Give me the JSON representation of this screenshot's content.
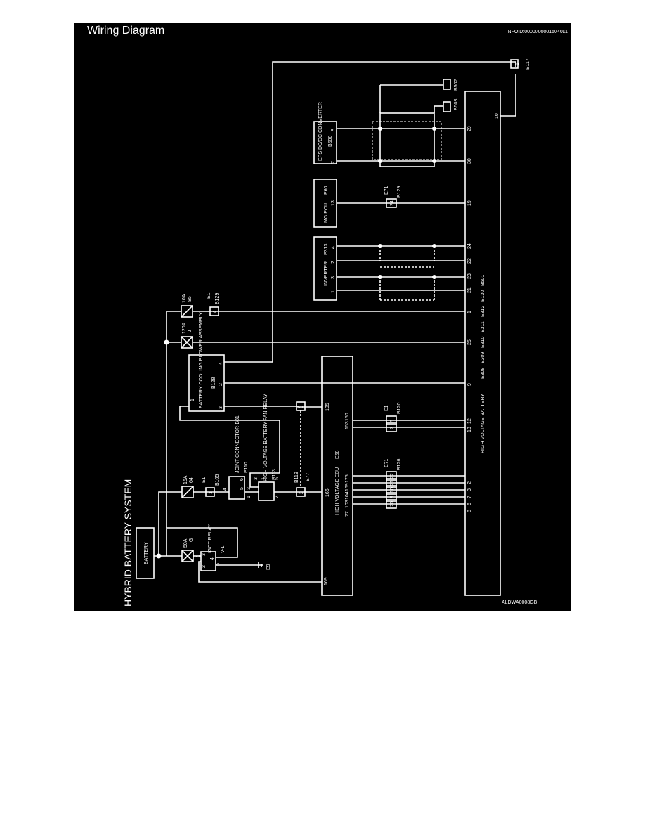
{
  "header": {
    "title": "Wiring Diagram",
    "info_id": "INFOID:0000000001504011",
    "image_code": "ALDWA0008GB"
  },
  "diagram": {
    "system_title": "HYBRID BATTERY SYSTEM",
    "colors": {
      "background": "#000000",
      "line": "#ffffff",
      "page": "#ffffff"
    },
    "components": {
      "battery": "BATTERY",
      "hv_ecu": "HIGH VOLTAGE ECU",
      "hv_ecu_conn": "E68",
      "hv_battery": "HIGH VOLTAGE BATTERY",
      "hv_battery_conns": [
        "E308",
        "E309",
        "E310",
        "E311",
        "E312",
        "B130",
        "B501"
      ],
      "blower": "BATTERY COOLING BLOWER ASSEMBLY",
      "blower_conn": "B128",
      "fan_relay": "HIGH VOLTAGE BATTERY FAN RELAY",
      "fan_relay_conn": "B113",
      "joint": "JOINT CONNECTOR-B81",
      "joint_conn": "E110",
      "igct_relay": "IGCT RELAY",
      "igct_relay_conn": "V-1",
      "inverter": "INVERTER",
      "inverter_conn": "E313",
      "mg_ecu": "MG ECU",
      "mg_ecu_conn": "E60",
      "eps": "EPS DC/DC CONVERTER",
      "eps_conn": "B500"
    },
    "fuses": {
      "f50": {
        "rating": "50A",
        "id": "G"
      },
      "f15": {
        "rating": "15A",
        "id": "64"
      },
      "f120": {
        "rating": "120A",
        "id": "J"
      },
      "f10": {
        "rating": "10A",
        "id": "85"
      }
    },
    "grounds": {
      "e9": "E9",
      "b117": "B117",
      "b502": "B502",
      "b503": "B503"
    },
    "connectors": {
      "e1": "E1",
      "b105": "B105",
      "b129": "B129",
      "e77": "E77",
      "b119": "B119",
      "e71": "E71",
      "b126": "B126",
      "e1b": "E1",
      "b120": "B120",
      "e1c": "E1",
      "b129c": "B129",
      "e71b": "E71",
      "b129b": "B129"
    },
    "pins": {
      "igct": {
        "p1": "1",
        "p2": "2",
        "p3": "3",
        "p4": "4",
        "p5": "5"
      },
      "hv": {
        "p169": "169",
        "p77": "77",
        "p103": "103",
        "p104": "104",
        "p169b": "169",
        "p175": "175",
        "p166": "166",
        "p153": "153",
        "p150": "150",
        "p105": "105"
      },
      "bat": {
        "p8": "8",
        "p6": "6",
        "p7": "7",
        "p3": "3",
        "p2": "2",
        "p13": "13",
        "p12": "12",
        "p9": "9",
        "p25": "25",
        "p1": "1",
        "p21": "21",
        "p23": "23",
        "p22": "22",
        "p24": "24",
        "p19": "19",
        "p30": "30",
        "p29": "29",
        "p10": "10"
      },
      "inline": {
        "a20": "20",
        "a9": "9",
        "a10": "10",
        "a21": "21",
        "a22": "22",
        "b2": "2",
        "b1": "1",
        "c7": "7",
        "c6": "6",
        "d4": "4",
        "e24": "24",
        "j1": "1"
      },
      "joint": {
        "p4": "4",
        "p6": "6",
        "p5": "5",
        "p3": "3",
        "p1": "1"
      },
      "relay": {
        "p1": "1",
        "p2": "2",
        "p3": "3",
        "p5": "5"
      },
      "blower": {
        "p1": "1",
        "p3": "3",
        "p2": "2",
        "p4": "4"
      },
      "inv": {
        "p1": "1",
        "p3": "3",
        "p2": "2",
        "p4": "4"
      },
      "mg": {
        "p13": "13"
      },
      "eps": {
        "p7": "7",
        "p8": "8"
      },
      "b117p": "1"
    }
  }
}
